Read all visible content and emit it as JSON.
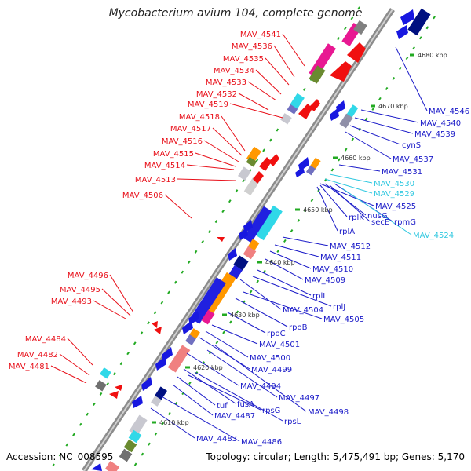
{
  "title": "Mycobacterium avium 104, complete genome",
  "accession": "Accession: NC_008595",
  "topology": "Topology: circular; Length: 5,475,491 bp; Genes: 5,170",
  "colors": {
    "label_red": "#e8101a",
    "label_blue": "#1a1ac8",
    "label_cyan": "#30c8e0",
    "backbone": "#9a9a9a",
    "tick": "#22aa22"
  },
  "kbp_ticks": [
    "4610 kbp",
    "4620 kbp",
    "4630 kbp",
    "4640 kbp",
    "4650 kbp",
    "4660 kbp",
    "4670 kbp",
    "4680 kbp"
  ],
  "left_labels": [
    "MAV_4541",
    "MAV_4536",
    "MAV_4535",
    "MAV_4534",
    "MAV_4533",
    "MAV_4532",
    "MAV_4519",
    "MAV_4518",
    "MAV_4517",
    "MAV_4516",
    "MAV_4515",
    "MAV_4514",
    "MAV_4513",
    "MAV_4506",
    "MAV_4496",
    "MAV_4495",
    "MAV_4493",
    "MAV_4484",
    "MAV_4482",
    "MAV_4481"
  ],
  "right_labels": [
    "MAV_4546",
    "MAV_4540",
    "MAV_4539",
    "cynS",
    "MAV_4537",
    "MAV_4531",
    "MAV_4530",
    "MAV_4529",
    "MAV_4525",
    "rpmG",
    "secE",
    "nusG",
    "rplK",
    "rplA",
    "MAV_4524",
    "MAV_4512",
    "MAV_4511",
    "MAV_4510",
    "MAV_4509",
    "rplL",
    "rplJ",
    "MAV_4504",
    "MAV_4505",
    "rpoB",
    "rpoC",
    "MAV_4501",
    "MAV_4500",
    "MAV_4499",
    "MAV_4494",
    "MAV_4497",
    "MAV_4498",
    "fusA",
    "tuf",
    "MAV_4487",
    "rpsG",
    "rpsL",
    "MAV_4483",
    "MAV_4486"
  ]
}
